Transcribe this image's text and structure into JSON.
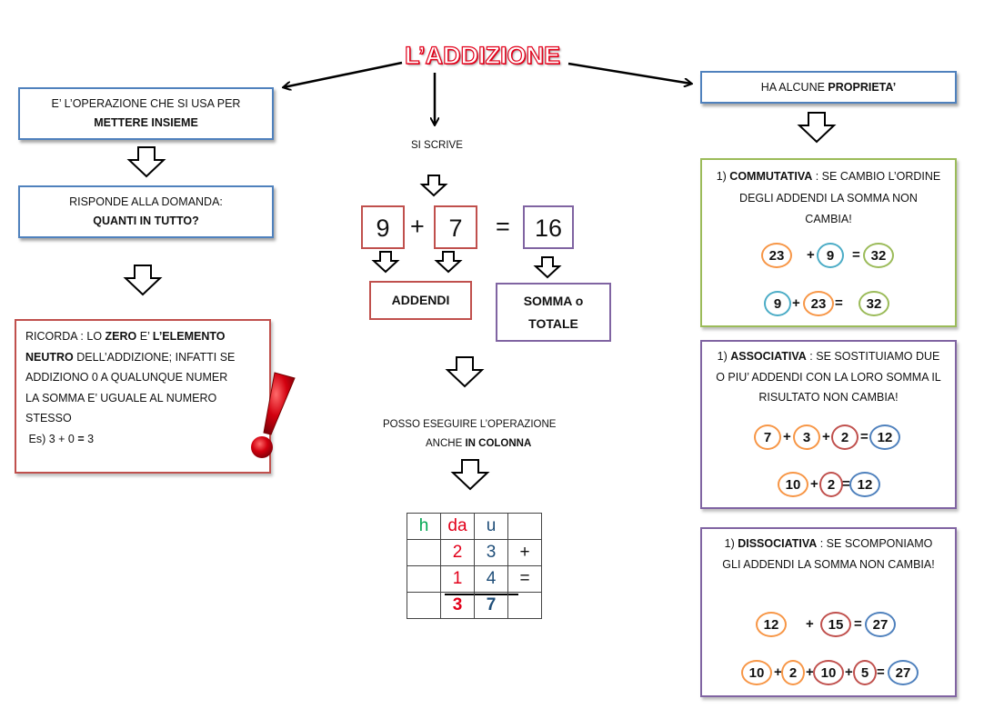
{
  "title": "L’ADDIZIONE",
  "colors": {
    "title_red": "#e2001a",
    "blue": "#4f81bd",
    "green": "#9bbb59",
    "purple": "#8064a2",
    "red": "#c0504d",
    "orange": "#f79646",
    "teal": "#4bacc6"
  },
  "left": {
    "def": {
      "line1": "E’ L’OPERAZIONE CHE SI USA PER",
      "line2": "METTERE INSIEME"
    },
    "question": {
      "line1": "RISPONDE ALLA DOMANDA:",
      "line2": "QUANTI IN TUTTO?"
    },
    "remember": {
      "p1": "RICORDA : LO ",
      "b1": "ZERO",
      "p2": " E’ ",
      "b2": "L’ELEMENTO NEUTRO",
      "p3": " DELL’ADDIZIONE; INFATTI SE ADDIZIONO 0 A QUALUNQUE NUMER",
      "p4": "LA SOMMA E’ UGUALE AL NUMERO STESSO",
      "ex_prefix": "Es) 3 + 0 ",
      "ex_eq": "=",
      "ex_res": " 3"
    },
    "icon": "exclamation-icon"
  },
  "center": {
    "si_scrive": "SI SCRIVE",
    "n1": "9",
    "plus": "+",
    "n2": "7",
    "eq": "=",
    "sum": "16",
    "addendi": "ADDENDI",
    "somma_line1": "SOMMA o",
    "somma_line2": "TOTALE",
    "posso_line1": "POSSO ESEGUIRE L’OPERAZIONE",
    "posso_line2a": "ANCHE ",
    "posso_line2b": "IN COLONNA",
    "table": {
      "headers": [
        "h",
        "da",
        "u",
        ""
      ],
      "rows": [
        [
          "",
          "2",
          "3",
          "+"
        ],
        [
          "",
          "1",
          "4",
          "="
        ],
        [
          "",
          "3",
          "7",
          ""
        ]
      ]
    }
  },
  "right": {
    "proprieta_a": "HA ALCUNE ",
    "proprieta_b": "PROPRIETA’",
    "commutativa": {
      "num": "1) ",
      "name": "COMMUTATIVA",
      "text": " : SE CAMBIO L’ORDINE DEGLI ADDENDI LA SOMMA NON CAMBIA!",
      "r1": [
        "23",
        "+",
        "9",
        "=",
        "32"
      ],
      "r2": [
        "9",
        "+",
        "23",
        "=",
        "32"
      ]
    },
    "associativa": {
      "num": "1) ",
      "name": "ASSOCIATIVA",
      "text": " : SE SOSTITUIAMO DUE O PIU’ ADDENDI CON LA LORO SOMMA IL RISULTATO NON CAMBIA!",
      "r1": [
        "7",
        "+",
        "3",
        "+",
        "2",
        "=",
        "12"
      ],
      "r2": [
        "10",
        "+",
        "2",
        "=",
        "12"
      ]
    },
    "dissociativa": {
      "num": "1) ",
      "name": "DISSOCIATIVA",
      "text": " : SE SCOMPONIAMO GLI ADDENDI LA SOMMA NON CAMBIA!",
      "r1": [
        "12",
        "+",
        "15",
        "=",
        "27"
      ],
      "r2": [
        "10",
        "+",
        "2",
        "+",
        "10",
        "+",
        "5",
        "=",
        "27"
      ]
    }
  }
}
